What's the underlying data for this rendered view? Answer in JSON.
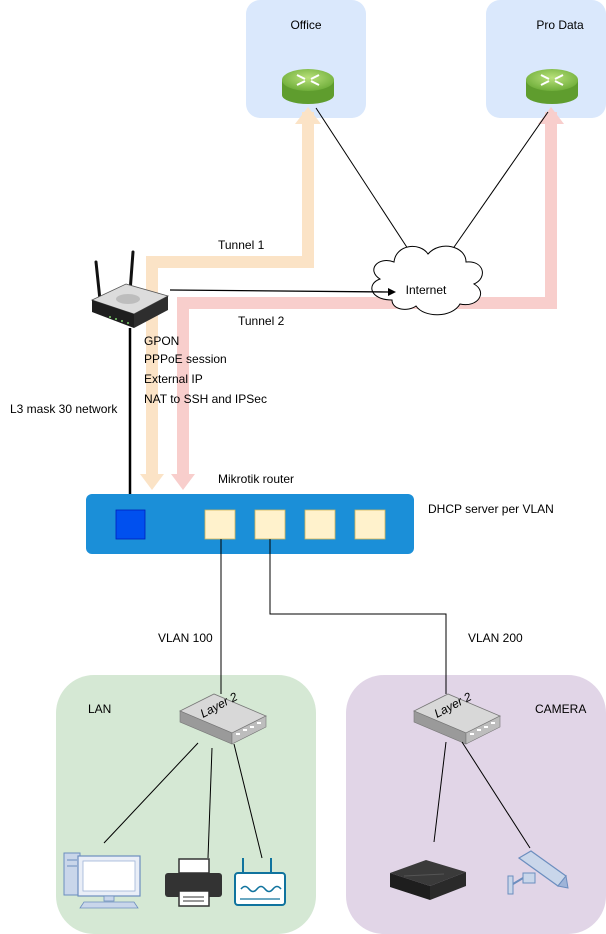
{
  "sites": {
    "office": {
      "label": "Office"
    },
    "pro_data": {
      "label": "Pro Data"
    }
  },
  "internet": {
    "label": "Internet"
  },
  "tunnels": {
    "tunnel1": "Tunnel 1",
    "tunnel2": "Tunnel 2"
  },
  "isp_router": {
    "lines": [
      "GPON",
      "PPPoE session",
      "External IP",
      "NAT to SSH and IPSec"
    ]
  },
  "uplink": {
    "label": "L3 mask 30 network"
  },
  "mikrotik": {
    "label": "Mikrotik router",
    "note": "DHCP server per VLAN"
  },
  "vlans": {
    "vlan100": "VLAN 100",
    "vlan200": "VLAN 200"
  },
  "zones": {
    "lan": {
      "label": "LAN",
      "switch_label": "Layer 2"
    },
    "camera": {
      "label": "CAMERA",
      "switch_label": "Layer 2"
    }
  },
  "colors": {
    "site_bg": "#dae8fc",
    "router_green": "#8bc34a",
    "tunnel1": "#fbe3c6",
    "tunnel2": "#f8cecc",
    "mikrotik_blue": "#1b8fd8",
    "wan_port": "#0050ef",
    "lan_port": "#fff2cc",
    "lan_zone": "#d5e8d4",
    "camera_zone": "#e1d5e7"
  }
}
